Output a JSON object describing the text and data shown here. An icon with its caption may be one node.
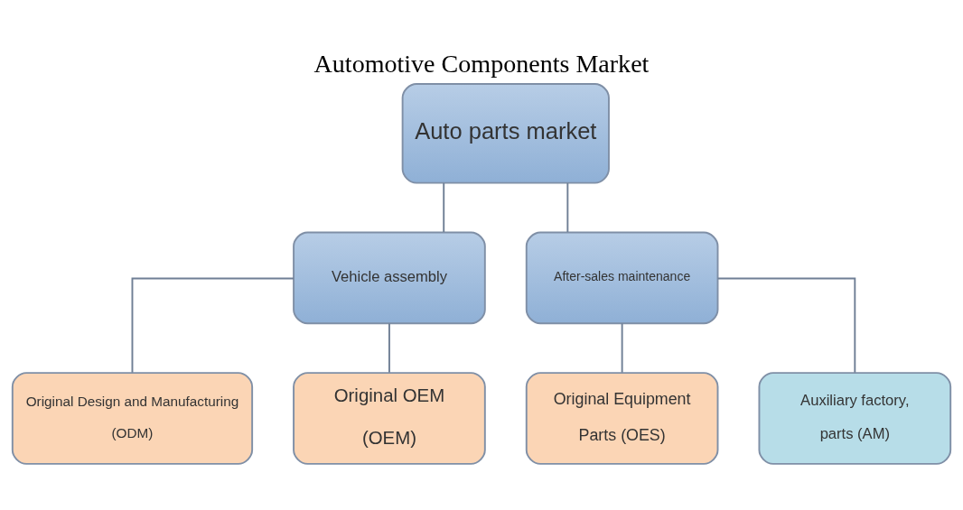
{
  "diagram": {
    "title": "Automotive Components Market",
    "nodes": [
      {
        "text": [
          "Auto parts market"
        ]
      },
      {
        "text": [
          "Vehicle assembly"
        ]
      },
      {
        "text": [
          "After-sales maintenance"
        ]
      },
      {
        "text": [
          "Original Design and Manufacturing",
          "(ODM)"
        ]
      },
      {
        "text": [
          "Original OEM",
          "(OEM)"
        ]
      },
      {
        "text": [
          "Original Equipment",
          "Parts (OES)"
        ]
      },
      {
        "text": [
          "Auxiliary factory,",
          "parts (AM)"
        ]
      }
    ],
    "edges": [
      {
        "from": 0,
        "to": 1,
        "arrow": "none"
      },
      {
        "from": 0,
        "to": 2,
        "arrow": "none"
      },
      {
        "from": 1,
        "to": 3,
        "arrow": "none"
      },
      {
        "from": 1,
        "to": 4,
        "arrow": "none"
      },
      {
        "from": 2,
        "to": 5,
        "arrow": "none"
      },
      {
        "from": 2,
        "to": 6,
        "arrow": "none"
      }
    ]
  }
}
